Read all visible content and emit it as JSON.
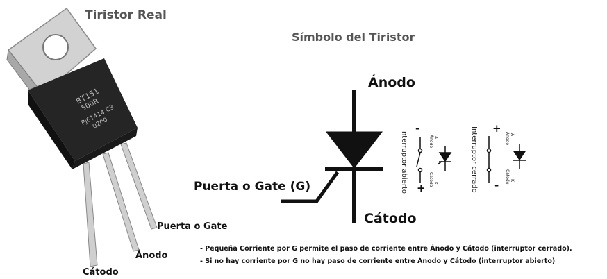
{
  "titles": {
    "real": "Tiristor Real",
    "symbol": "Símbolo del Tiristor"
  },
  "component": {
    "marking_line1": "BT151",
    "marking_line2": "500R",
    "marking_line3": "PJ61414 C3",
    "marking_line4": "0200",
    "pin_gate": "Puerta o Gate",
    "pin_anode": "Ánodo",
    "pin_cathode": "Cátodo"
  },
  "symbol": {
    "anode": "Ánodo",
    "cathode": "Cátodo",
    "gate": "Puerta o Gate (G)"
  },
  "switch_open": {
    "label": "Interruptor abierto",
    "plus": "+",
    "minus": "-",
    "anode_small": "A\nÁnodo",
    "anode_a": "A",
    "anode_word": "Ánodo",
    "cathode_k": "K",
    "cathode_word": "Cátodo"
  },
  "switch_closed": {
    "label": "Interruptor cerrado",
    "plus": "+",
    "minus": "-",
    "anode_a": "A",
    "anode_word": "Ánodo",
    "cathode_k": "K",
    "cathode_word": "Cátodo"
  },
  "notes": [
    "- Pequeña Corriente por G permite el paso de corriente entre Ánodo y Cátodo (interruptor cerrado).",
    "- Si no hay corriente por G no hay paso de corriente entre Ánodo y Cátodo (interruptor abierto)"
  ]
}
